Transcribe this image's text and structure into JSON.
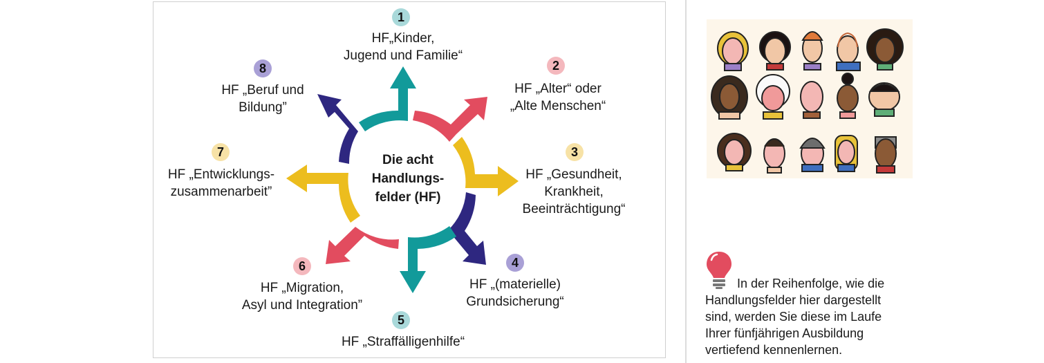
{
  "diagram": {
    "center_title_lines": [
      "Die acht",
      "Handlungs-",
      "felder (HF)"
    ],
    "fields": [
      {
        "number": "1",
        "lines": [
          "HF„Kinder,",
          "Jugend und Familie“"
        ],
        "color": "#129a9a",
        "badge_color": "#a9d9da"
      },
      {
        "number": "2",
        "lines": [
          "HF „Alter“ oder",
          "„Alte Menschen“"
        ],
        "color": "#e24c5f",
        "badge_color": "#f4b8bd"
      },
      {
        "number": "3",
        "lines": [
          "HF „Gesundheit,",
          "Krankheit,",
          "Beeinträchtigung“"
        ],
        "color": "#ecbd1e",
        "badge_color": "#f7e2a6"
      },
      {
        "number": "4",
        "lines": [
          "HF „(materielle)",
          "Grundsicherung“"
        ],
        "color": "#2e2780",
        "badge_color": "#a9a0d6"
      },
      {
        "number": "5",
        "lines": [
          "HF „Straffälligenhilfe“"
        ],
        "color": "#129a9a",
        "badge_color": "#a9d9da"
      },
      {
        "number": "6",
        "lines": [
          "HF „Migration,",
          "Asyl und Integration”"
        ],
        "color": "#e24c5f",
        "badge_color": "#f4b8bd"
      },
      {
        "number": "7",
        "lines": [
          "HF „Entwicklungs-",
          "zusammenarbeit”"
        ],
        "color": "#ecbd1e",
        "badge_color": "#f7e2a6"
      },
      {
        "number": "8",
        "lines": [
          "HF „Beruf und",
          "Bildung”"
        ],
        "color": "#2e2780",
        "badge_color": "#a9a0d6"
      }
    ]
  },
  "illustration": {
    "description": "Grid of 15 illustrated diverse faces",
    "rows": 3,
    "columns": 5,
    "background": "#fdf6ea"
  },
  "tip": {
    "icon": "lightbulb-icon",
    "icon_color": "#e24c5f",
    "lines": [
      "In der Reihenfolge, wie die",
      "Handlungsfelder hier dargestellt",
      "sind, werden Sie diese im Laufe",
      "Ihrer fünfjährigen Ausbildung",
      "vertiefend kennenlernen."
    ]
  }
}
